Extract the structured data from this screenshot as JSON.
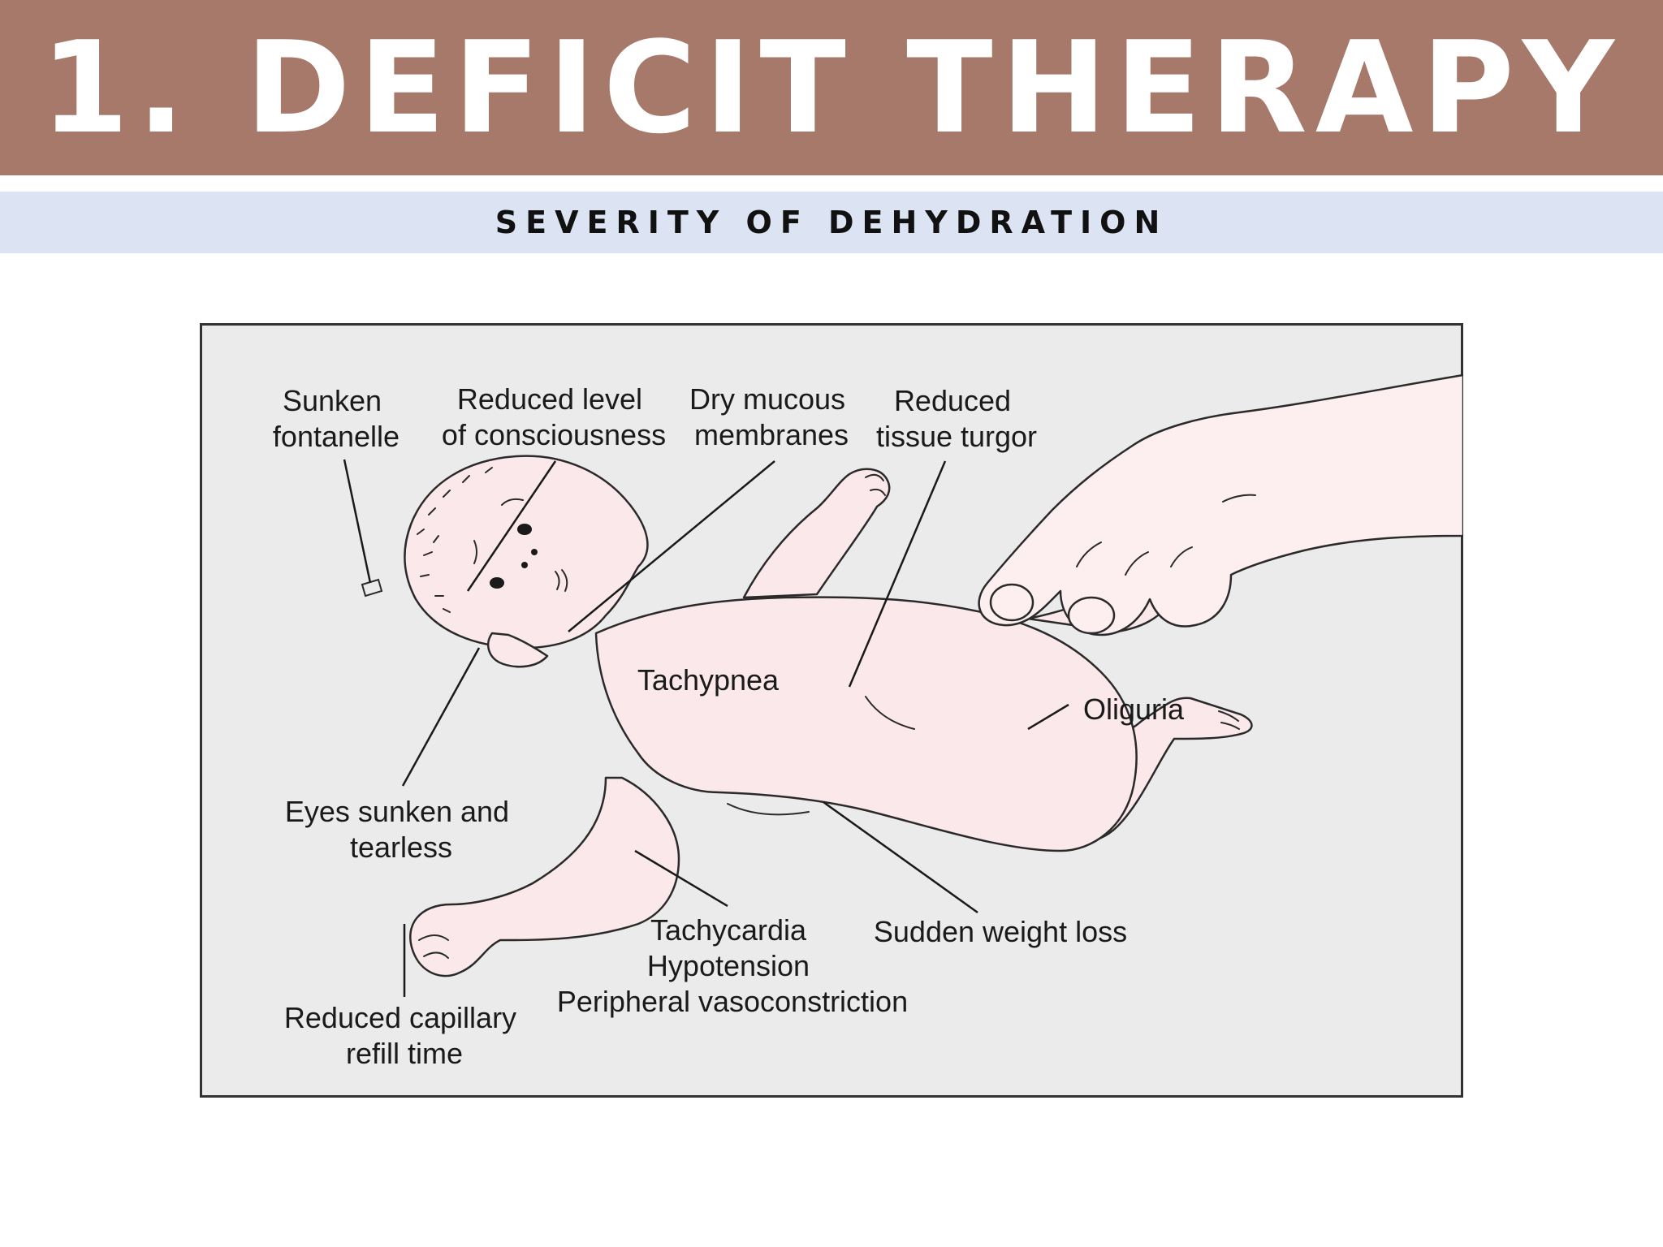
{
  "slide": {
    "title": "1. DEFICIT THERAPY",
    "subtitle": "SEVERITY OF DEHYDRATION"
  },
  "figure": {
    "labels": {
      "sunken_fontanelle": [
        "Sunken",
        "fontanelle"
      ],
      "reduced_consciousness": [
        "Reduced level",
        "of consciousness"
      ],
      "dry_mucous": [
        "Dry mucous",
        "membranes"
      ],
      "tissue_turgor": [
        "Reduced",
        "tissue turgor"
      ],
      "tachypnea": "Tachypnea",
      "oliguria": "Oliguria",
      "eyes_sunken": [
        "Eyes sunken and",
        "tearless"
      ],
      "cardio": [
        "Tachycardia",
        "Hypotension",
        "Peripheral vasoconstriction"
      ],
      "weight_loss": "Sudden weight loss",
      "capillary_refill": [
        "Reduced capillary",
        "refill time"
      ]
    },
    "colors": {
      "panel_background": "#ebebeb",
      "skin_fill": "#fbe8ea",
      "line": "#1a1a1a"
    }
  },
  "colors": {
    "title_band": "#a6796a",
    "subtitle_band": "#dce3f2"
  }
}
